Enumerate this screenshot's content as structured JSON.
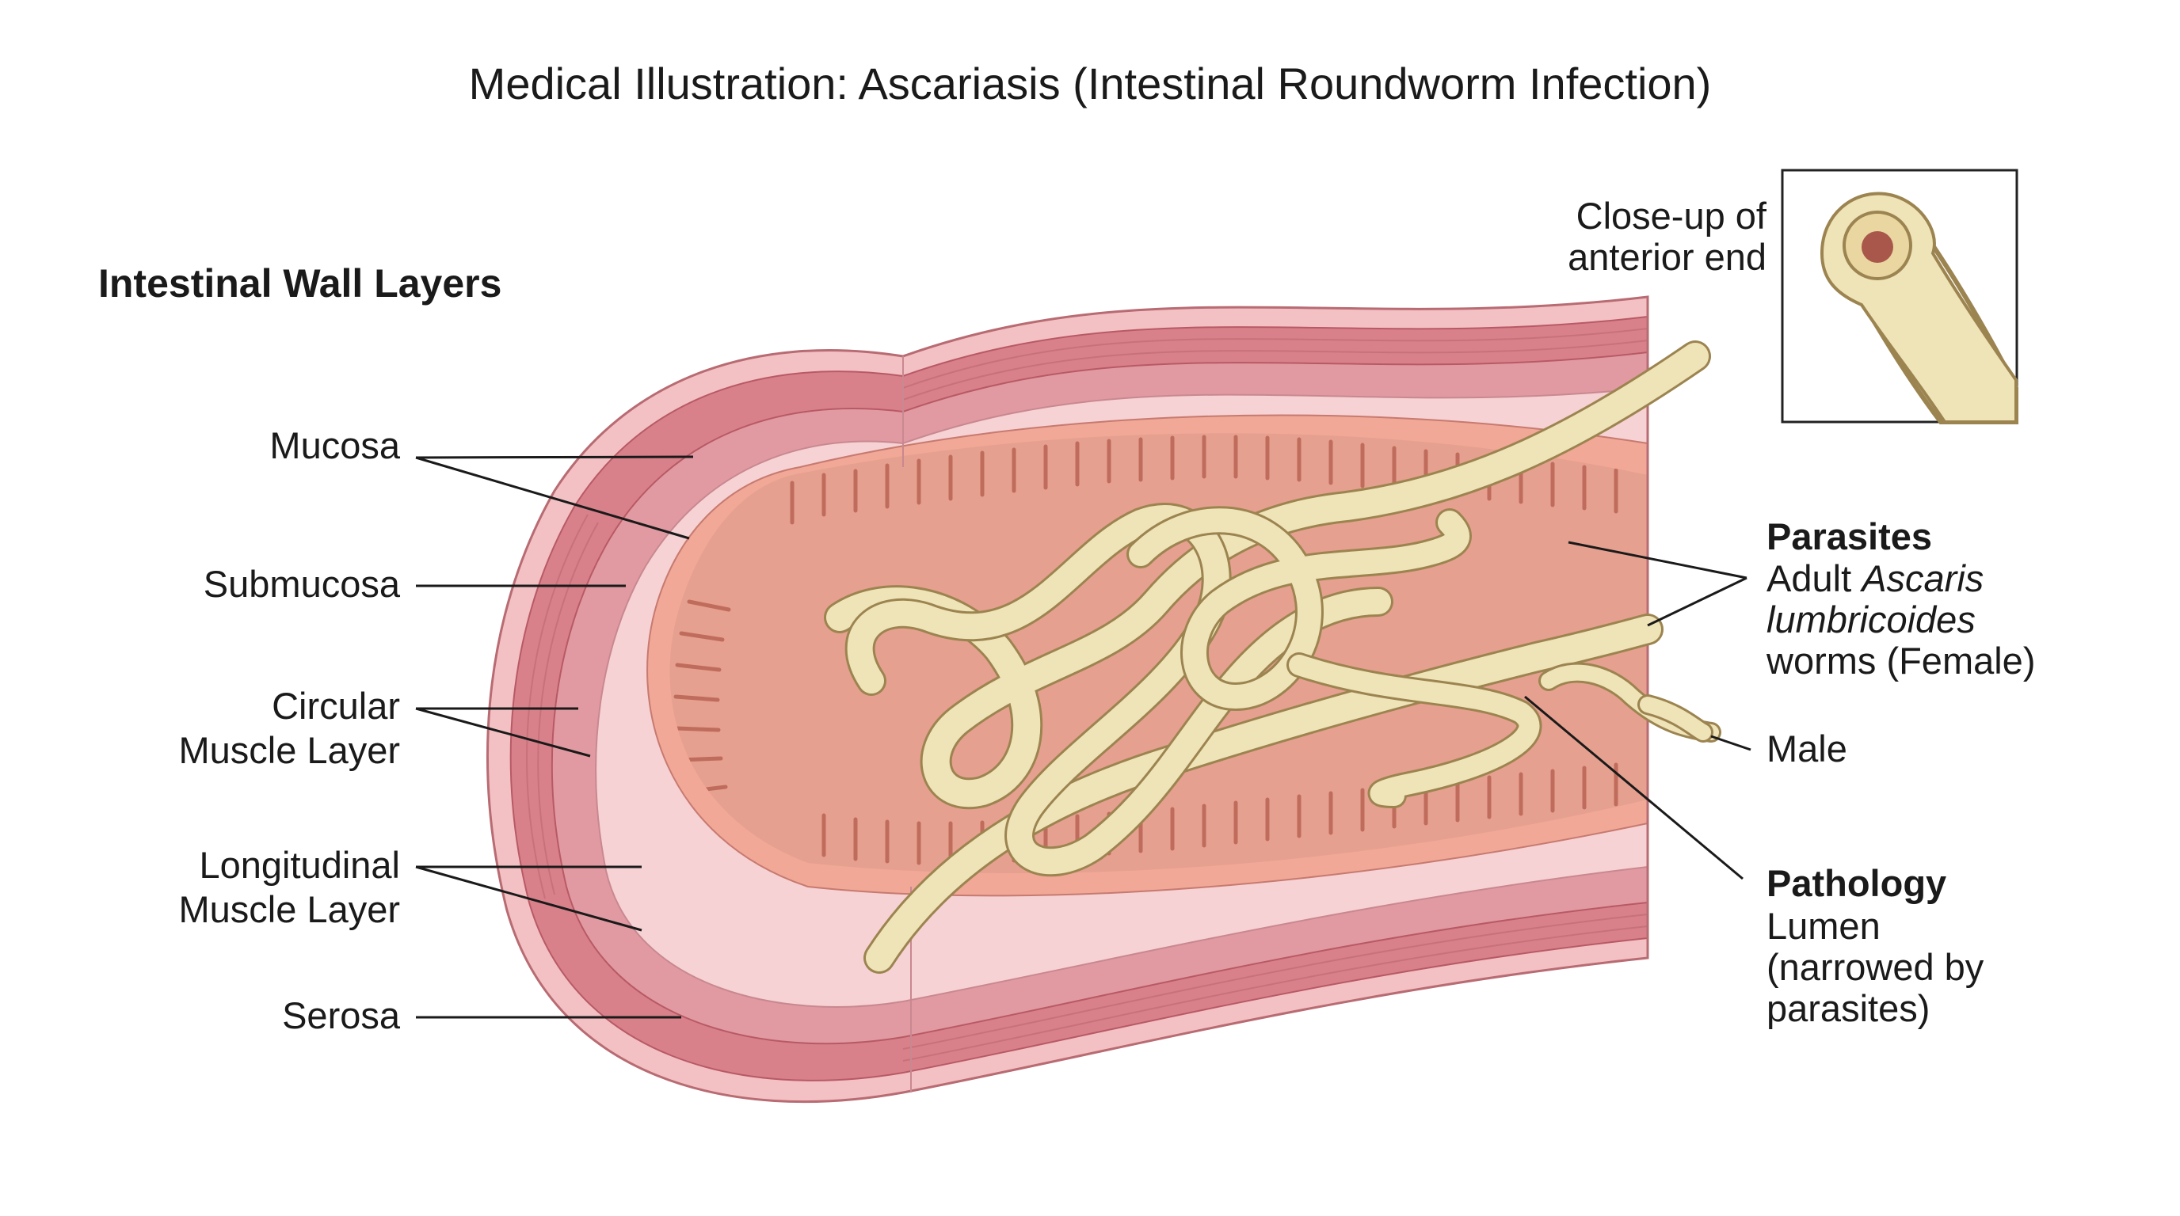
{
  "title": "Medical Illustration: Ascariasis (Intestinal Roundworm Infection)",
  "section_heading": "Intestinal Wall Layers",
  "layers": {
    "mucosa": "Mucosa",
    "submucosa": "Submucosa",
    "circular_1": "Circular",
    "circular_2": "Muscle Layer",
    "longitudinal_1": "Longitudinal",
    "longitudinal_2": "Muscle Layer",
    "serosa": "Serosa"
  },
  "inset": {
    "line1": "Close-up of",
    "line2": "anterior end"
  },
  "parasites": {
    "heading": "Parasites",
    "line1_prefix": "Adult ",
    "line1_italic": "Ascaris",
    "line2_italic": "lumbricoides",
    "line3": "worms (Female)",
    "male": "Male"
  },
  "pathology": {
    "heading": "Pathology",
    "line1": "Lumen",
    "line2": "(narrowed by",
    "line3": "parasites)"
  },
  "colors": {
    "muscle": "#d9818a",
    "muscle_dark": "#b85a66",
    "submucosa": "#f6d2d4",
    "mucosa": "#f1a896",
    "lumen": "#e8a090",
    "worm": "#efe3b8",
    "worm_outline": "#a08a55"
  }
}
